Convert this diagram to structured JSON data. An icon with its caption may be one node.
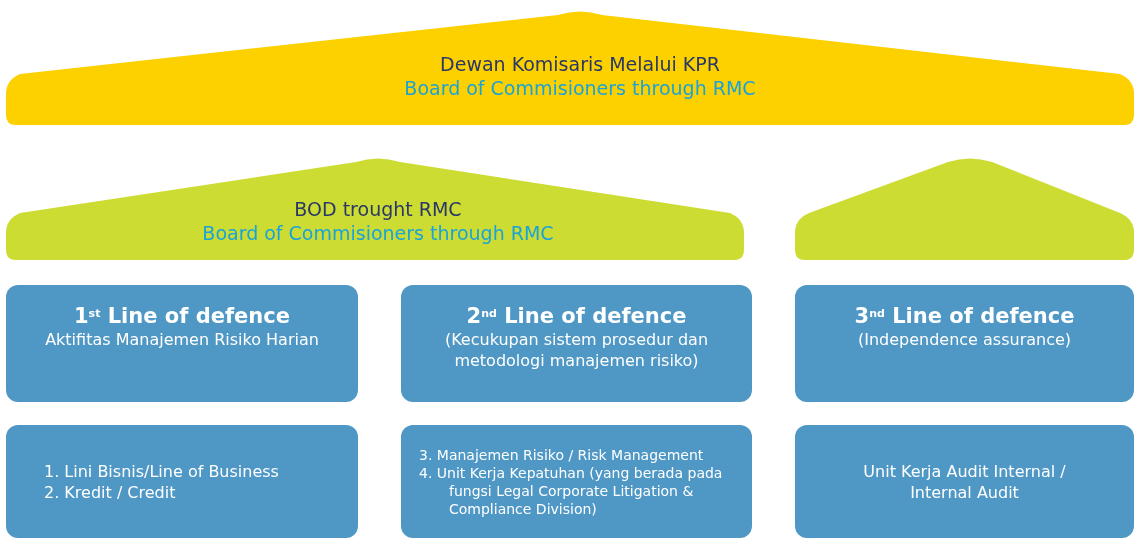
{
  "diagram": {
    "nodes": [
      {
        "text": [
          "Dewan Komisaris Melalui KPR",
          "Board of Commisioners through RMC"
        ]
      },
      {
        "text": [
          "BOD trought RMC",
          "Board of Commisioners through RMC"
        ]
      },
      {
        "text": [],
        "shape": "pentagon"
      },
      {
        "text": [
          "1$^{st}$ Line of defence",
          "Aktifitas Manajemen Risiko Harian"
        ]
      },
      {
        "text": [
          "2$^{nd}$ Line of defence",
          "(Kecukupan sistem prosedur dan metodologi manajemen risiko)"
        ]
      },
      {
        "text": [
          "3$^{nd}$ Line of defence",
          "(Independence assurance)"
        ]
      },
      {
        "text": [
          "1. Lini Bisnis/Line of Business",
          "2. Kredit / Credit"
        ]
      },
      {
        "text": [
          "3. Manajemen Risiko / Risk Management",
          "4. Unit Kerja Kepatuhan (yang berada pada fungsi Legal Corporate Litigation & Compliance Division)"
        ]
      },
      {
        "text": [
          "Unit Kerja Audit Internal / Internal Audit"
        ]
      }
    ],
    "edges": []
  }
}
